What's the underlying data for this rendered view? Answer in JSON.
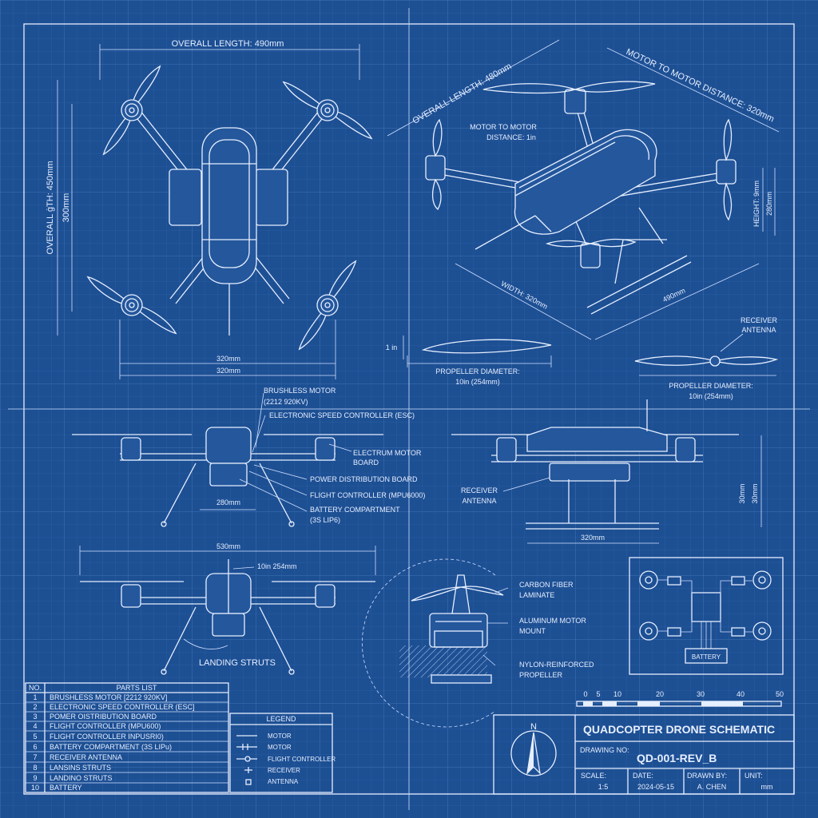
{
  "top_view": {
    "overall_length": "OVERALL LENGTH: 490mm",
    "overall_width_side": "OVERALL ġTH: 450mm",
    "inner_side": "300mm",
    "width_a": "320mm",
    "width_b": "320mm"
  },
  "iso_view": {
    "overall_length": "OVERALL LENGTH: 480mm",
    "motor_distance_top": "MOTOR TO MOTOR DISTANCE: 320mm",
    "motor_distance_l1": "MOTOR TO MOTOR",
    "motor_distance_l2": "DISTANCE: 1in",
    "height_a": "HEIGHT: 9mm",
    "height_b": "280mm",
    "width": "WIDTH: 320mm",
    "length_b": "490mm"
  },
  "propeller": {
    "thickness": "1 in",
    "diam_left_l1": "PROPELLER DIAMETER:",
    "diam_left_l2": "10in (254mm)",
    "receiver_l1": "RECEIVER",
    "receiver_l2": "ANTENNA",
    "diam_right_l1": "PROPELLER DIAMETER:",
    "diam_right_l2": "10in (254mm)"
  },
  "front_view": {
    "brushless_l1": "BRUSHLESS MOTOR",
    "brushless_l2": "(2212 920KV)",
    "esc": "ELECTRONIC SPEED CONTROLLER (ESC)",
    "electrum_l1": "ELECTRUM MOTOR",
    "electrum_l2": "BOARD",
    "pdb": "POWER DISTRIBUTION BOARD",
    "fc": "FLIGHT CONTROLLER (MPU6000)",
    "battery_l1": "BATTERY COMPARTMENT",
    "battery_l2": "(3S LIP6)",
    "width": "280mm"
  },
  "side_view": {
    "receiver_l1": "RECEIVER",
    "receiver_l2": "ANTENNA",
    "height_a": "30mm",
    "height_b": "30mm",
    "width": "320mm"
  },
  "lower_front": {
    "span": "530mm",
    "prop": "10in 254mm",
    "landing": "LANDING STRUTS"
  },
  "detail": {
    "carbon_l1": "CARBON FIBER",
    "carbon_l2": "LAMINATE",
    "alu_l1": "ALUMINUM MOTOR",
    "alu_l2": "MOUNT",
    "nylon_l1": "NYLON-REINFORCED",
    "nylon_l2": "PROPELLER"
  },
  "wiring": {
    "battery": "BATTERY"
  },
  "scale_bar": [
    "0",
    "5",
    "10",
    "20",
    "30",
    "40",
    "50"
  ],
  "parts_list": {
    "no_header": "NO.",
    "title": "PARTS LIST",
    "items": [
      {
        "no": "1",
        "name": "BRUSHLESS MOTOR [2212 920KV]"
      },
      {
        "no": "2",
        "name": "ELECTRONIC SPEED CONTROLLER (ESC]"
      },
      {
        "no": "3",
        "name": "POMER OISTRIBUTION BOARD"
      },
      {
        "no": "4",
        "name": "FLIGHT CONTROLLER (MPU600)"
      },
      {
        "no": "5",
        "name": "FLIGHT CONTROLLER INPUSRI0)"
      },
      {
        "no": "6",
        "name": "BATTERY COMPARTMENT (3S LIPu)"
      },
      {
        "no": "7",
        "name": "RECEIVER ANTENNA"
      },
      {
        "no": "8",
        "name": "LANSINS STRUTS"
      },
      {
        "no": "9",
        "name": "LANDINO STRUTS"
      },
      {
        "no": "10",
        "name": "BATTERY"
      }
    ]
  },
  "legend": {
    "title": "LEGEND",
    "items": [
      "MOTOR",
      "MOTOR",
      "FLIGHT CONTROLLER",
      "RECEIVER",
      "ANTENNA"
    ]
  },
  "title_block": {
    "north": "N",
    "title": "QUADCOPTER DRONE SCHEMATIC",
    "drawing_no_label": "DRAWING NO:",
    "drawing_no": "QD-001-REV_B",
    "scale_label": "SCALE:",
    "scale": "1:5",
    "date_label": "DATE:",
    "date": "2024-05-15",
    "drawn_by_label": "DRAWN BY:",
    "drawn_by": "A. CHEN",
    "unit_label": "UNIT:",
    "unit": "mm"
  },
  "colors": {
    "background": "#1d4f93",
    "line": "#e6efff",
    "grid": "#3a6bb0"
  }
}
